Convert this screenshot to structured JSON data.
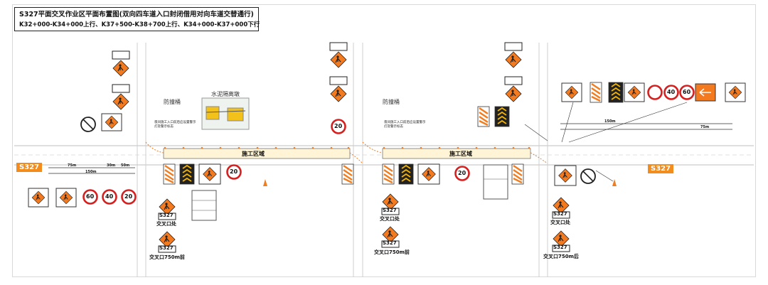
{
  "title": {
    "line1": "S327平面交叉作业区平面布置图(双向四车道入口封闭借用对向车道交替通行)",
    "line2": "K32+000-K34+000上行、K37+500-K38+700上行、K34+000-K37+000下行"
  },
  "route_tags": [
    "S327",
    "S327"
  ],
  "zone_labels": [
    "施工区域",
    "施工区域"
  ],
  "captions": [
    "防撞桶",
    "水泥隔离墩",
    "防撞桶"
  ],
  "sign_texts": {
    "s327": "S327",
    "crossing": "交叉口处",
    "crossing_750_front": "交叉口750m前",
    "crossing_750_mid": "交叉口750m前",
    "crossing_750_back": "交叉口750m后"
  },
  "speed_limits": [
    "60",
    "40",
    "20",
    "20",
    "20",
    "20",
    "40",
    "60"
  ],
  "notes": [
    "夜间施工入口前后应设置警示灯及警示标志",
    "夜间施工入口前后应设置警示灯及警示标志"
  ],
  "distance_marks": [
    "75m",
    "150m",
    "30m",
    "50m"
  ],
  "colors": {
    "route_tag": "#f28c1c",
    "road_line": "#c8c8c8",
    "zone_fill": "#fff4d6",
    "sign_orange": "#f47a20",
    "sign_red": "#d32020",
    "barrel_orange": "#ef7d22"
  }
}
